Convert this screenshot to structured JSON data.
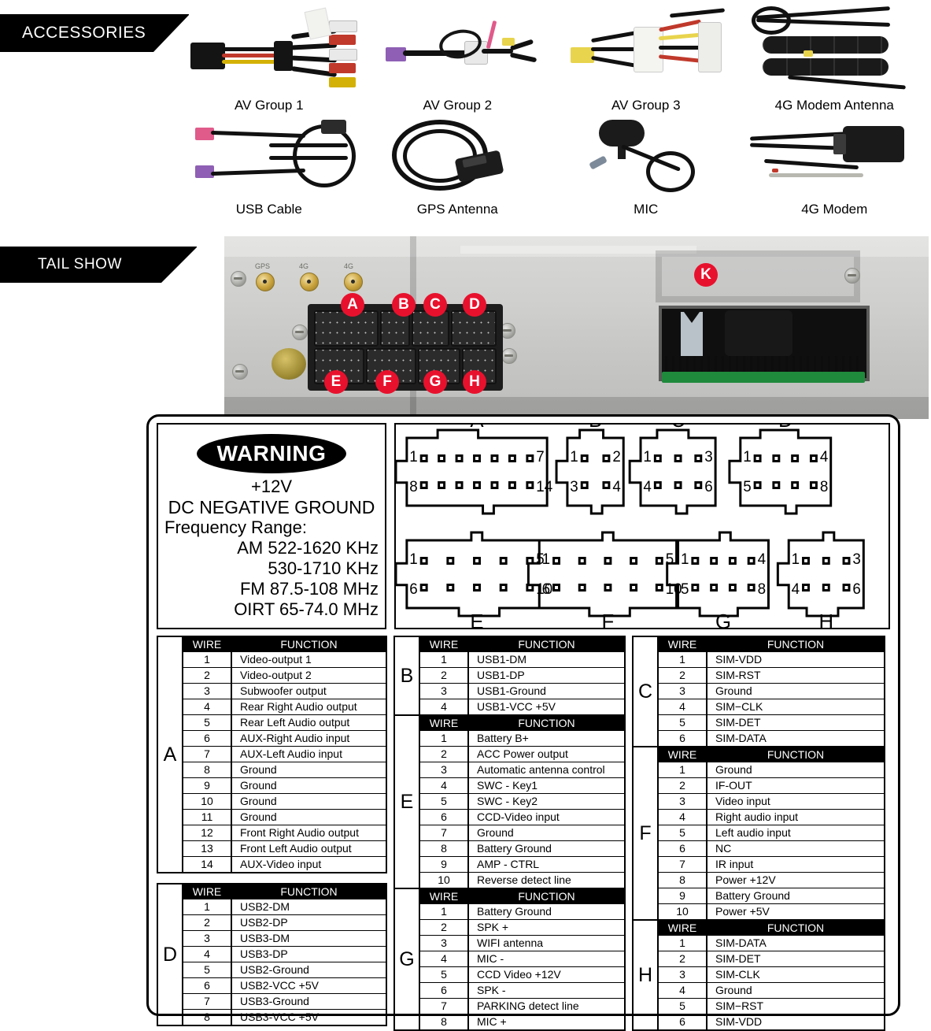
{
  "sections": {
    "accessories_banner": "ACCESSORIES",
    "tailshow_banner": "TAIL SHOW"
  },
  "accessories": [
    {
      "label": "AV Group 1",
      "icon": "av-harness-rca-photo"
    },
    {
      "label": "AV Group 2",
      "icon": "av-harness-pink-photo"
    },
    {
      "label": "AV Group 3",
      "icon": "av-harness-multi-photo"
    },
    {
      "label": "4G Modem Antenna",
      "icon": "antenna-pair-photo"
    },
    {
      "label": "USB Cable",
      "icon": "usb-cable-photo"
    },
    {
      "label": "GPS Antenna",
      "icon": "gps-antenna-photo"
    },
    {
      "label": "MIC",
      "icon": "microphone-photo"
    },
    {
      "label": "4G Modem",
      "icon": "modem-dongle-photo"
    }
  ],
  "tail_show": {
    "callouts": [
      "A",
      "B",
      "C",
      "D",
      "E",
      "F",
      "G",
      "H",
      "K"
    ],
    "port_labels": [
      "GPS",
      "4G",
      "4G"
    ],
    "callout_color": "#e8112d"
  },
  "warning": {
    "title": "WARNING",
    "voltage": "+12V",
    "ground": "DC NEGATIVE GROUND",
    "freq_heading": "Frequency Range:",
    "freq_lines": [
      "AM 522-1620 KHz",
      "530-1710 KHz",
      "FM 87.5-108 MHz",
      "OIRT 65-74.0 MHz"
    ]
  },
  "connector_diagrams": [
    {
      "id": "A",
      "cols": 7,
      "rows": 2,
      "corners": {
        "tl": "1",
        "tr": "7",
        "bl": "8",
        "br": "14"
      }
    },
    {
      "id": "B",
      "cols": 2,
      "rows": 2,
      "corners": {
        "tl": "1",
        "tr": "2",
        "bl": "3",
        "br": "4"
      }
    },
    {
      "id": "C",
      "cols": 3,
      "rows": 2,
      "corners": {
        "tl": "1",
        "tr": "3",
        "bl": "4",
        "br": "6"
      }
    },
    {
      "id": "D",
      "cols": 4,
      "rows": 2,
      "corners": {
        "tl": "1",
        "tr": "4",
        "bl": "5",
        "br": "8"
      }
    },
    {
      "id": "E",
      "cols": 5,
      "rows": 2,
      "corners": {
        "tl": "1",
        "tr": "5",
        "bl": "6",
        "br": "10"
      }
    },
    {
      "id": "F",
      "cols": 5,
      "rows": 2,
      "corners": {
        "tl": "1",
        "tr": "5",
        "bl": "6",
        "br": "10"
      }
    },
    {
      "id": "G",
      "cols": 4,
      "rows": 2,
      "corners": {
        "tl": "1",
        "tr": "4",
        "bl": "5",
        "br": "8"
      }
    },
    {
      "id": "H",
      "cols": 3,
      "rows": 2,
      "corners": {
        "tl": "1",
        "tr": "3",
        "bl": "4",
        "br": "6"
      }
    }
  ],
  "table_headers": {
    "wire": "WIRE",
    "function": "FUNCTION"
  },
  "tables": {
    "A": {
      "letter": "A",
      "rows": [
        [
          "1",
          "Video-output 1"
        ],
        [
          "2",
          "Video-output 2"
        ],
        [
          "3",
          "Subwoofer output"
        ],
        [
          "4",
          "Rear Right  Audio output"
        ],
        [
          "5",
          "Rear Left     Audio output"
        ],
        [
          "6",
          "AUX-Right  Audio input"
        ],
        [
          "7",
          "AUX-Left     Audio input"
        ],
        [
          "8",
          "Ground"
        ],
        [
          "9",
          "Ground"
        ],
        [
          "10",
          "Ground"
        ],
        [
          "11",
          "Ground"
        ],
        [
          "12",
          "Front Right  Audio output"
        ],
        [
          "13",
          "Front Left     Audio output"
        ],
        [
          "14",
          "AUX-Video  input"
        ]
      ]
    },
    "D": {
      "letter": "D",
      "rows": [
        [
          "1",
          "USB2-DM"
        ],
        [
          "2",
          "USB2-DP"
        ],
        [
          "3",
          "USB3-DM"
        ],
        [
          "4",
          "USB3-DP"
        ],
        [
          "5",
          "USB2-Ground"
        ],
        [
          "6",
          "USB2-VCC +5V"
        ],
        [
          "7",
          "USB3-Ground"
        ],
        [
          "8",
          "USB3-VCC +5V"
        ]
      ]
    },
    "B": {
      "letter": "B",
      "rows": [
        [
          "1",
          "USB1-DM"
        ],
        [
          "2",
          "USB1-DP"
        ],
        [
          "3",
          "USB1-Ground"
        ],
        [
          "4",
          "USB1-VCC  +5V"
        ]
      ]
    },
    "E": {
      "letter": "E",
      "rows": [
        [
          "1",
          "Battery  B+"
        ],
        [
          "2",
          "ACC Power output"
        ],
        [
          "3",
          "Automatic antenna control"
        ],
        [
          "4",
          "SWC - Key1"
        ],
        [
          "5",
          "SWC - Key2"
        ],
        [
          "6",
          "CCD-Video input"
        ],
        [
          "7",
          "Ground"
        ],
        [
          "8",
          "Battery  Ground"
        ],
        [
          "9",
          "AMP - CTRL"
        ],
        [
          "10",
          "Reverse detect line"
        ]
      ]
    },
    "G": {
      "letter": "G",
      "rows": [
        [
          "1",
          "Battery  Ground"
        ],
        [
          "2",
          "SPK +"
        ],
        [
          "3",
          "WIFI antenna"
        ],
        [
          "4",
          "MIC -"
        ],
        [
          "5",
          "CCD  Video +12V"
        ],
        [
          "6",
          "SPK -"
        ],
        [
          "7",
          "PARKING  detect  line"
        ],
        [
          "8",
          "MIC +"
        ]
      ]
    },
    "C": {
      "letter": "C",
      "rows": [
        [
          "1",
          "SIM-VDD"
        ],
        [
          "2",
          "SIM-RST"
        ],
        [
          "3",
          "Ground"
        ],
        [
          "4",
          "SIM−CLK"
        ],
        [
          "5",
          "SIM-DET"
        ],
        [
          "6",
          "SIM-DATA"
        ]
      ]
    },
    "F": {
      "letter": "F",
      "rows": [
        [
          "1",
          "Ground"
        ],
        [
          "2",
          "IF-OUT"
        ],
        [
          "3",
          "Video input"
        ],
        [
          "4",
          "Right audio input"
        ],
        [
          "5",
          "Left    audio input"
        ],
        [
          "6",
          "NC"
        ],
        [
          "7",
          "IR input"
        ],
        [
          "8",
          "Power  +12V"
        ],
        [
          "9",
          "Battery Ground"
        ],
        [
          "10",
          "Power  +5V"
        ]
      ]
    },
    "H": {
      "letter": "H",
      "rows": [
        [
          "1",
          "SIM-DATA"
        ],
        [
          "2",
          "SIM-DET"
        ],
        [
          "3",
          "SIM-CLK"
        ],
        [
          "4",
          "Ground"
        ],
        [
          "5",
          "SIM−RST"
        ],
        [
          "6",
          "SIM-VDD"
        ]
      ]
    }
  }
}
